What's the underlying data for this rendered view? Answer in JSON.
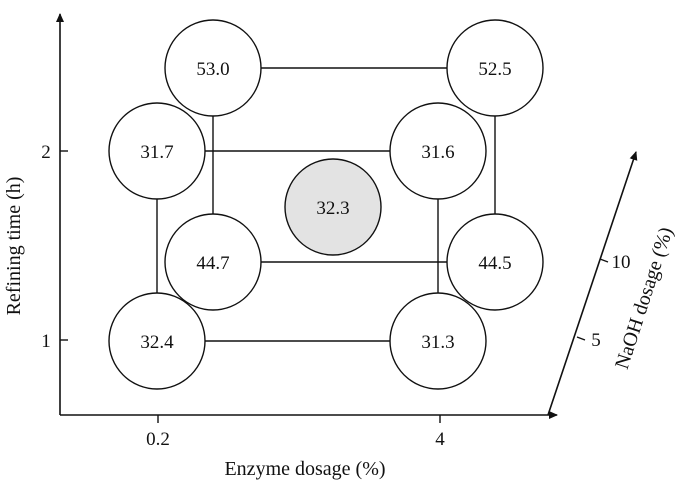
{
  "axes": {
    "x": {
      "label": "Enzyme dosage (%)",
      "ticks": [
        "0.2",
        "4"
      ]
    },
    "y": {
      "label": "Refining time (h)",
      "ticks": [
        "1",
        "2"
      ]
    },
    "z": {
      "label": "NaOH dosage (%)",
      "ticks": [
        "5",
        "10"
      ]
    }
  },
  "design_points": [
    {
      "enzyme": "0.2",
      "time": "2",
      "naoh": "10",
      "value": "53.0"
    },
    {
      "enzyme": "4",
      "time": "2",
      "naoh": "10",
      "value": "52.5"
    },
    {
      "enzyme": "0.2",
      "time": "2",
      "naoh": "5",
      "value": "31.7"
    },
    {
      "enzyme": "4",
      "time": "2",
      "naoh": "5",
      "value": "31.6"
    },
    {
      "enzyme": "0.2",
      "time": "1",
      "naoh": "10",
      "value": "44.7"
    },
    {
      "enzyme": "4",
      "time": "1",
      "naoh": "10",
      "value": "44.5"
    },
    {
      "enzyme": "0.2",
      "time": "1",
      "naoh": "5",
      "value": "32.4"
    },
    {
      "enzyme": "4",
      "time": "1",
      "naoh": "5",
      "value": "31.3"
    }
  ],
  "center_point": {
    "value": "32.3"
  },
  "colors": {
    "line": "#111111",
    "node_fill": "#ffffff",
    "center_fill": "#e3e3e3"
  }
}
